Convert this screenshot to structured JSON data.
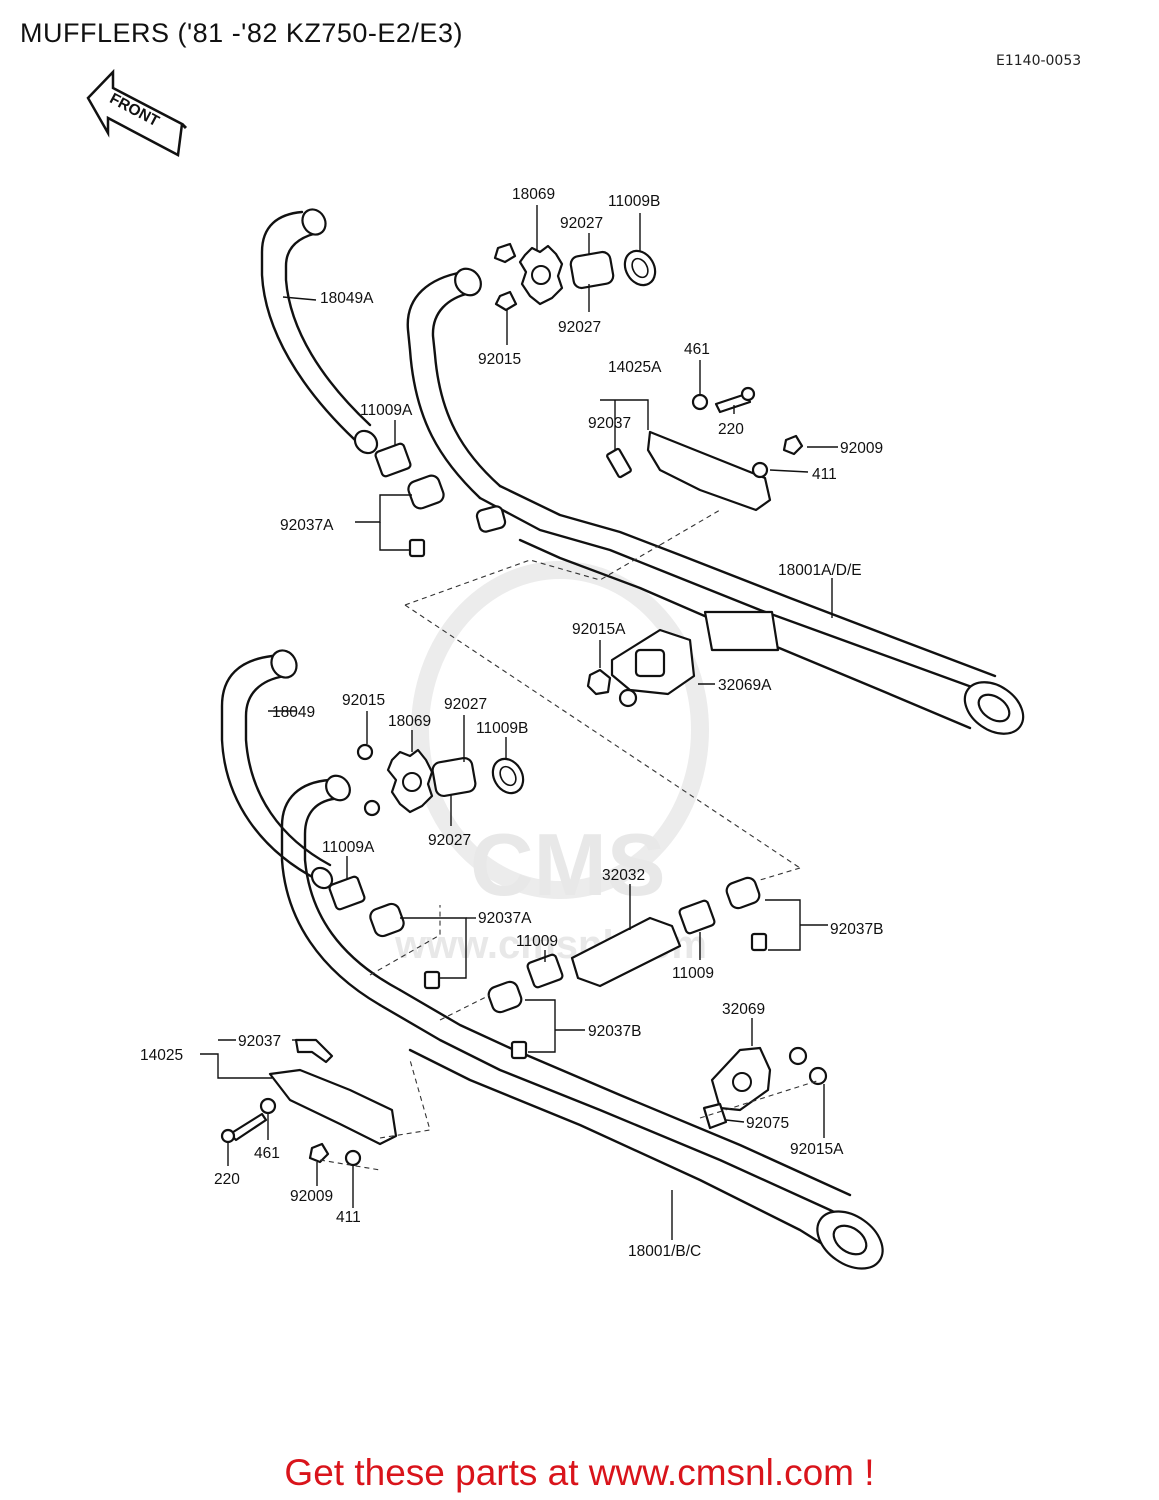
{
  "header": {
    "title": "MUFFLERS ('81 -'82 KZ750-E2/E3)",
    "diagram_code": "E1140-0053"
  },
  "arrow": {
    "label": "FRONT"
  },
  "watermark": {
    "brand": "CMS",
    "site": "www.cmsnl.com"
  },
  "upper_assembly": {
    "p1": "18049A",
    "p2": "18069",
    "p3": "11009B",
    "p4": "92027",
    "p5": "92027",
    "p6": "92015",
    "p7": "461",
    "p8": "14025A",
    "p9": "92037",
    "p10": "220",
    "p11": "92009",
    "p12": "411",
    "p13": "11009A",
    "p14": "92037A",
    "p15": "18001A/D/E",
    "p16": "92015A",
    "p17": "32069A"
  },
  "lower_assembly": {
    "p1": "18049",
    "p2": "92015",
    "p3": "92027",
    "p4": "18069",
    "p5": "11009B",
    "p6": "92027",
    "p7": "11009A",
    "p8": "32032",
    "p9": "92037A",
    "p10": "11009",
    "p11": "92037B",
    "p12": "11009",
    "p13": "92037B",
    "p14": "32069",
    "p15": "14025",
    "p16": "92037",
    "p17": "92075",
    "p18": "461",
    "p19": "220",
    "p20": "92015A",
    "p21": "92009",
    "p22": "411",
    "p23": "18001/B/C"
  },
  "footer": {
    "promo": "Get these parts at www.cmsnl.com !"
  }
}
